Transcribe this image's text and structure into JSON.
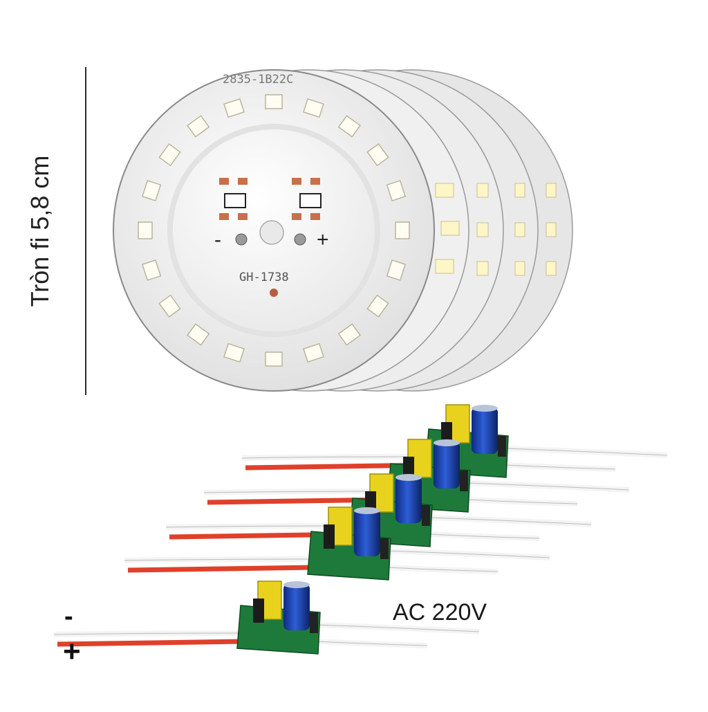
{
  "dimension_label": "Tròn fi 5,8 cm",
  "board": {
    "top_text": "2835-1B22C",
    "model_text": "GH-1738",
    "minus": "-",
    "plus": "+",
    "led_count": 20
  },
  "driver_label": "AC 220V",
  "polarity": {
    "minus": "-",
    "plus": "+"
  },
  "colors": {
    "board": "#f2f2f0",
    "led": "#fffdf2",
    "pcb": "#1e7a3a",
    "cap": "#1a3fa8",
    "transformer": "#e8d21e",
    "wire_red": "#e0402a"
  }
}
